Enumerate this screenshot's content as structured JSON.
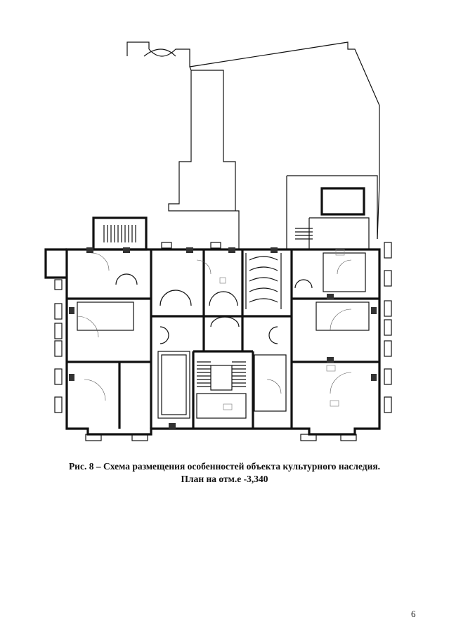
{
  "figure": {
    "caption_line1": "Рис. 8 – Схема размещения особенностей объекта культурного наследия.",
    "caption_line2": "План на отм.е -3,340"
  },
  "page": {
    "number": "6"
  }
}
